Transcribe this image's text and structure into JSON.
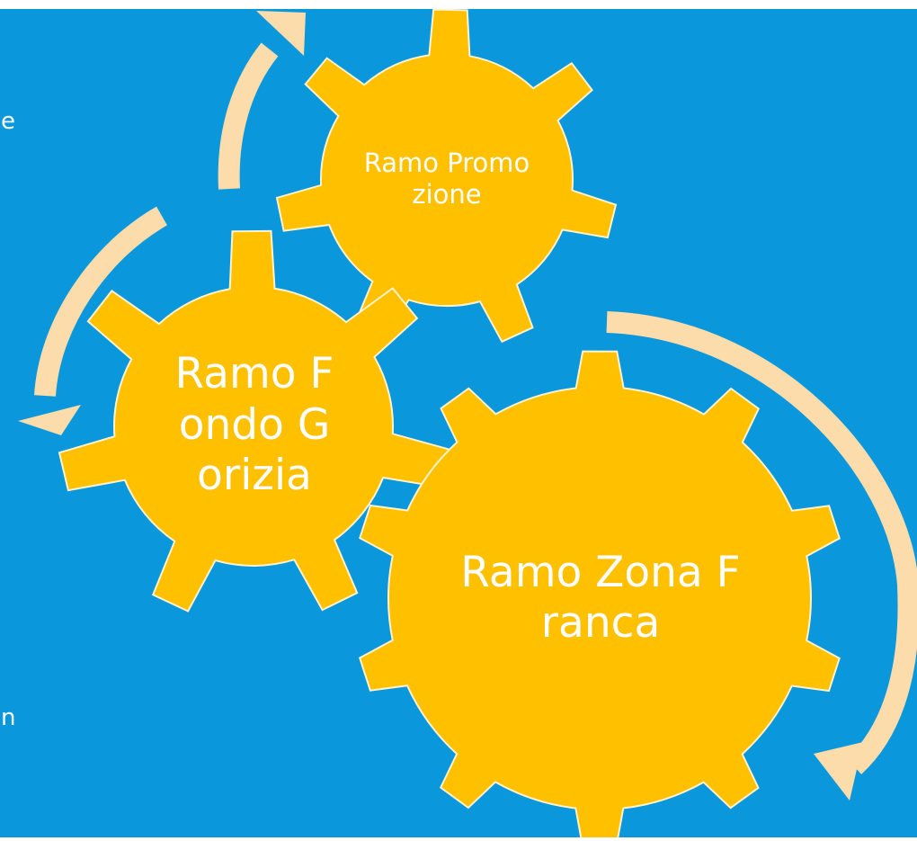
{
  "colors": {
    "background": "#0b97dc",
    "gear_fill": "#ffc000",
    "gear_stroke": "#fff2cc",
    "arrow": "#fcdcaa",
    "text": "#ffffff"
  },
  "gears": [
    {
      "id": "gear-promozione",
      "label": "Ramo Promozione"
    },
    {
      "id": "gear-fondo-gorizia",
      "label": "Ramo Fondo Gorizia"
    },
    {
      "id": "gear-zona-franca",
      "label": "Ramo Zona Franca"
    }
  ],
  "edge_fragments": [
    "e",
    "n"
  ]
}
